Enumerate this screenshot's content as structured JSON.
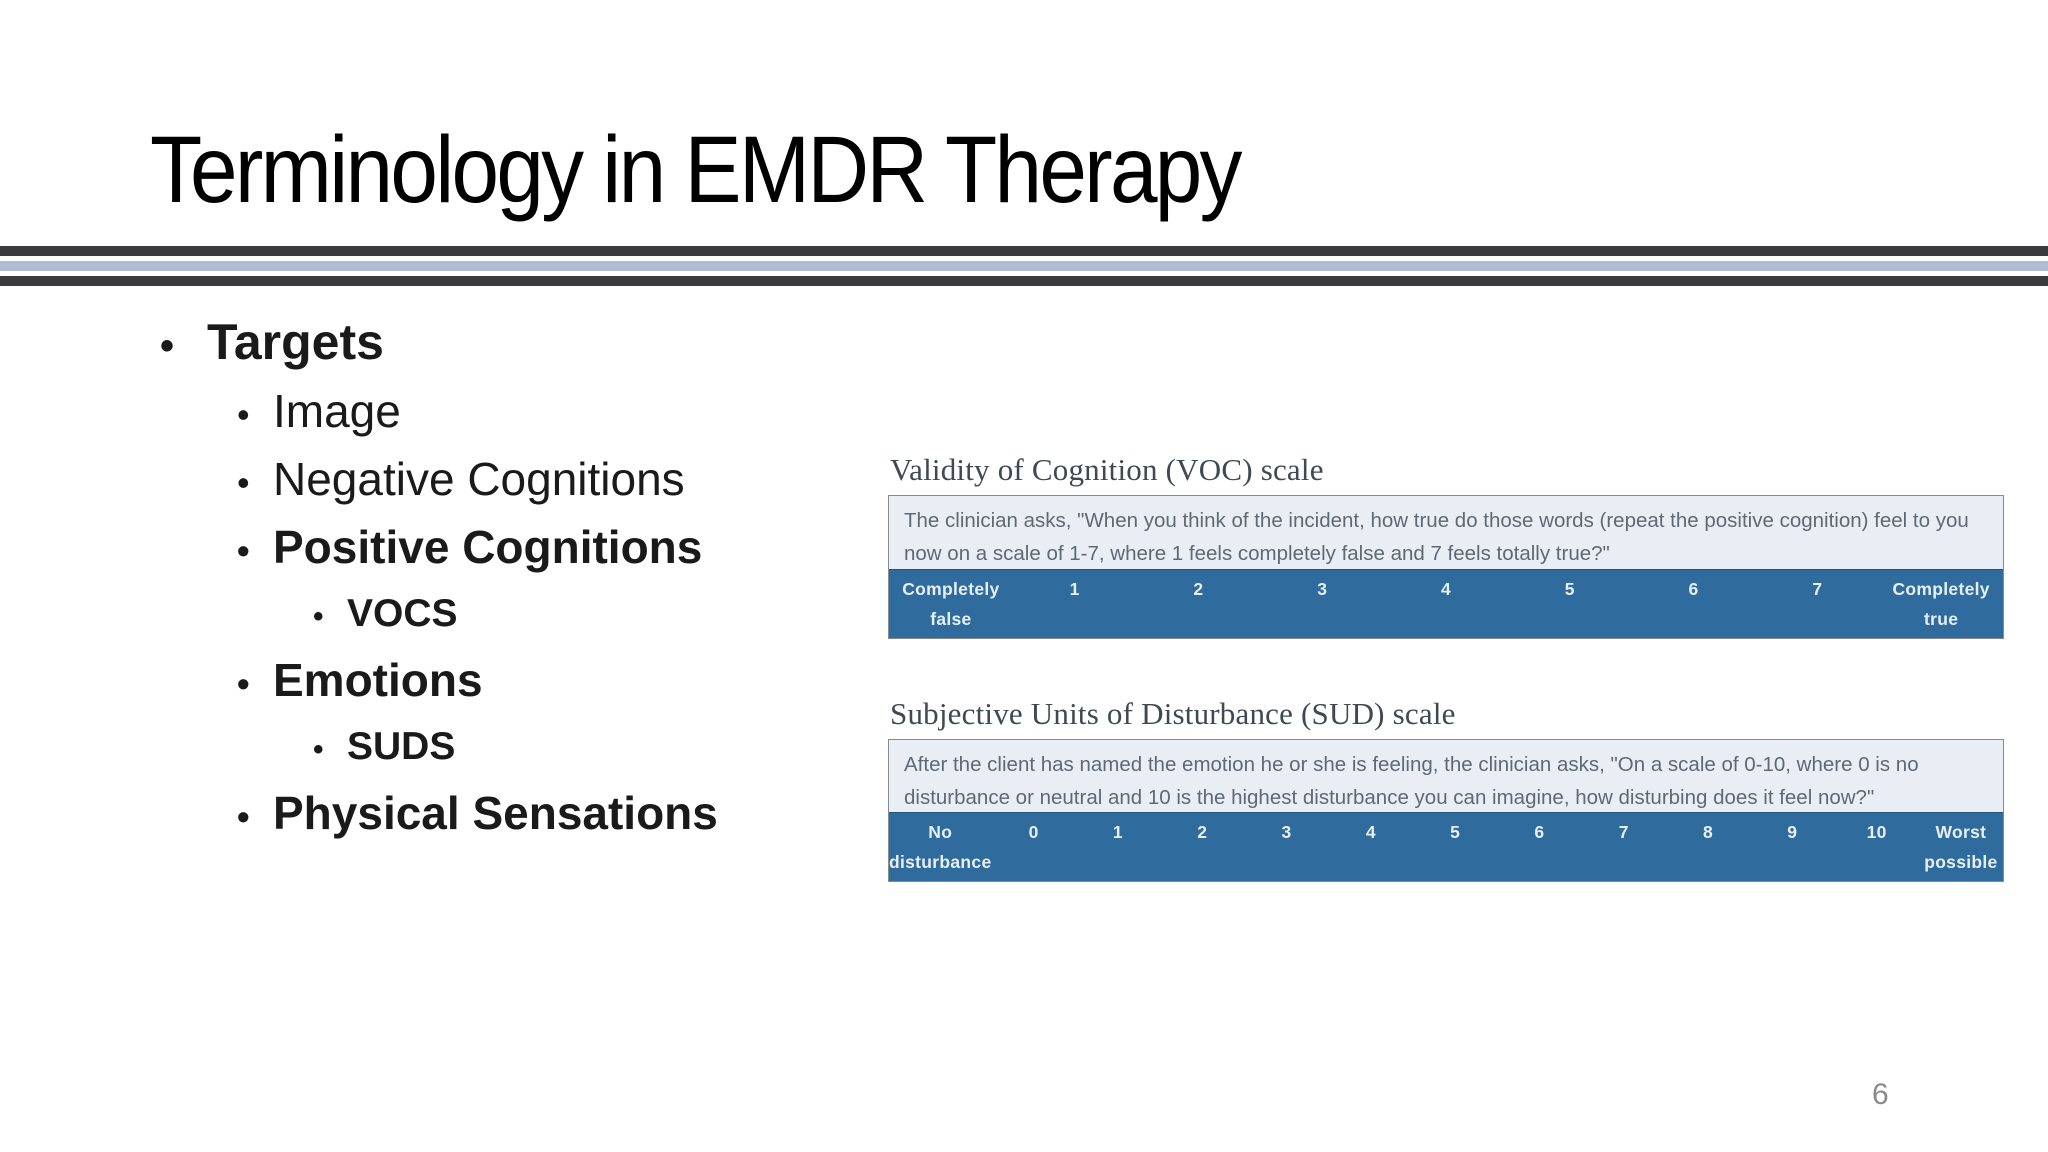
{
  "slide": {
    "title": "Terminology in EMDR Therapy",
    "page_number": "6",
    "bullet_char": "•",
    "bullets": [
      {
        "label": "Targets",
        "level": 1,
        "bold": true
      },
      {
        "label": "Image",
        "level": 2,
        "bold": false
      },
      {
        "label": "Negative Cognitions",
        "level": 2,
        "bold": false
      },
      {
        "label": "Positive Cognitions",
        "level": 2,
        "bold": true
      },
      {
        "label": "VOCS",
        "level": 3,
        "bold": true
      },
      {
        "label": "Emotions",
        "level": 2,
        "bold": true
      },
      {
        "label": "SUDS",
        "level": 3,
        "bold": true
      },
      {
        "label": "Physical Sensations",
        "level": 2,
        "bold": true
      }
    ]
  },
  "voc_scale": {
    "heading": "Validity of Cognition (VOC) scale",
    "question": "The clinician asks, \"When you think of the incident, how true do those words (repeat the positive cognition) feel to you now on a scale of 1-7, where 1 feels completely false and 7 feels totally true?\"",
    "left_label_line1": "Completely",
    "left_label_line2": "false",
    "points": [
      "1",
      "2",
      "3",
      "4",
      "5",
      "6",
      "7"
    ],
    "right_label_line1": "Completely",
    "right_label_line2": "true"
  },
  "sud_scale": {
    "heading": "Subjective Units of Disturbance (SUD) scale",
    "question": "After the client has named the emotion he or she is feeling, the clinician asks, \"On a scale of 0-10, where 0 is no disturbance or neutral and 10 is the highest disturbance you can imagine, how disturbing does it feel now?\"",
    "left_label_line1": "No",
    "left_label_line2": "disturbance",
    "points": [
      "0",
      "1",
      "2",
      "3",
      "4",
      "5",
      "6",
      "7",
      "8",
      "9",
      "10"
    ],
    "right_label_line1": "Worst",
    "right_label_line2": "possible"
  },
  "colors": {
    "scale_bar_blue": "#2f6b9d",
    "question_box_bg": "#e9eef5",
    "divider_dark": "#3b3a3c",
    "divider_light": "#b0bcd3",
    "heading_text": "#3e4953",
    "question_text": "#5e6973",
    "page_number_gray": "#8a8a8a"
  }
}
